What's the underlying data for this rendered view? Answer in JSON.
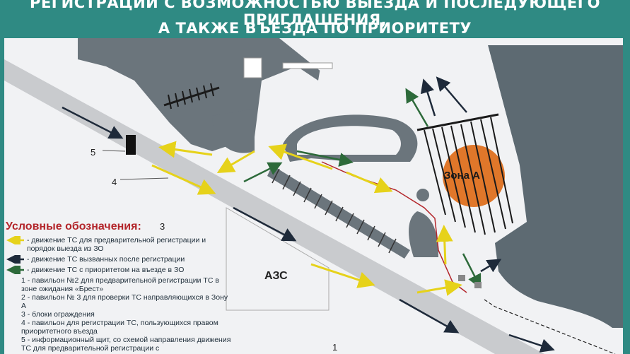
{
  "header": {
    "line1": "РЕГИСТРАЦИИ С ВОЗМОЖНОСТЬЮ ВЫЕЗДА И ПОСЛЕДУЮЩЕГО ПРИГЛАШЕНИЯ,",
    "line2": "А ТАКЖЕ ВЪЕЗДА ПО ПРИОРИТЕТУ"
  },
  "map": {
    "zone_label": "Зона А",
    "azs_label": "АЗС",
    "markers": [
      "5",
      "4",
      "3",
      "1"
    ]
  },
  "legend": {
    "title": "Условные обозначения:",
    "arrows": [
      {
        "color": "#e6d21a",
        "text": "- движение ТС для предварительной регистрации и порядок выезда из ЗО"
      },
      {
        "color": "#1e2a3a",
        "text": "- движение ТС вызванных после регистрации"
      },
      {
        "color": "#2d6a3a",
        "text": "- движение ТС с приоритетом на въезде в ЗО"
      }
    ],
    "items": [
      "1 - павильон №2 для предварительной регистрации ТС в зоне ожидания «Брест»",
      "2 - павильон № 3  для проверки ТС направляющихся в Зону А",
      "3 - блоки ограждения",
      "4 - павильон для регистрации ТС, пользующихся правом приоритетного въезда",
      "5 - информационный щит, со схемой направления движения ТС для предварительной регистрации с"
    ]
  },
  "colors": {
    "header_bg": "#2f8a83",
    "zone_fill": "#e0772a",
    "legend_title": "#b3262b"
  }
}
